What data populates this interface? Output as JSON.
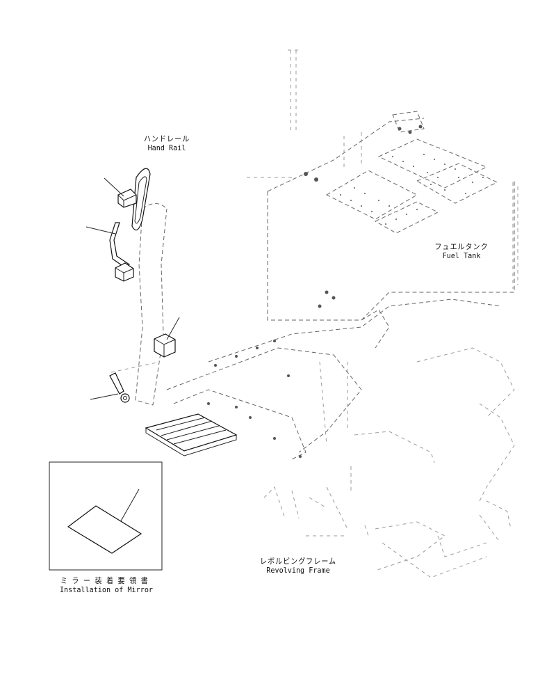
{
  "labels": {
    "hand_rail_jp": "ハンドレール",
    "hand_rail_en": "Hand Rail",
    "fuel_tank_jp": "フュエルタンク",
    "fuel_tank_en": "Fuel Tank",
    "revolving_frame_jp": "レボルビングフレーム",
    "revolving_frame_en": "Revolving Frame",
    "installation_jp": "ミラー装着要領書",
    "installation_en": "Installation of Mirror"
  }
}
